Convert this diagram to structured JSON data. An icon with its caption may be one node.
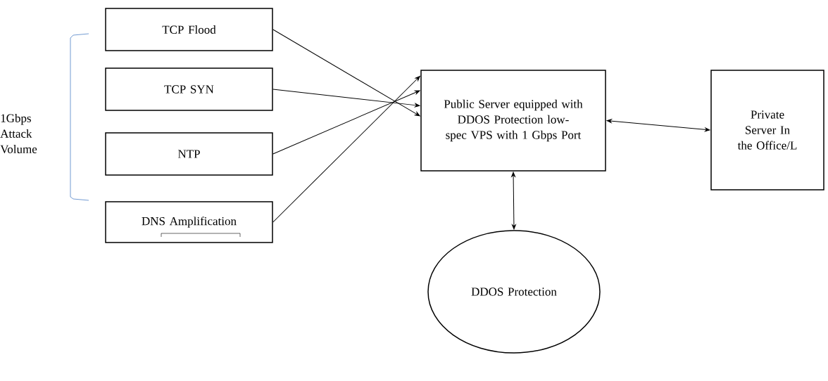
{
  "diagram": {
    "nodes": [
      {
        "text": [
          "TCP Flood"
        ]
      },
      {
        "text": [
          "TCP SYN"
        ]
      },
      {
        "text": [
          "NTP"
        ]
      },
      {
        "text": [
          "DNS Amplification"
        ]
      },
      {
        "text": [
          "Public Server equipped with DDOS Protection low-spec VPS with 1 Gbps Port"
        ]
      },
      {
        "text": [
          "Private Server In the Office/L"
        ]
      },
      {
        "text": [
          "DDOS Protection"
        ]
      }
    ],
    "edges": [
      {
        "from": 0,
        "to": 4,
        "arrow": "to"
      },
      {
        "from": 1,
        "to": 4,
        "arrow": "to"
      },
      {
        "from": 2,
        "to": 4,
        "arrow": "to"
      },
      {
        "from": 3,
        "to": 4,
        "arrow": "to"
      },
      {
        "from": 4,
        "to": 5,
        "arrow": "both"
      },
      {
        "from": 4,
        "to": 6,
        "arrow": "both"
      }
    ],
    "labels": [
      "1Gbps Attack Volume"
    ]
  }
}
